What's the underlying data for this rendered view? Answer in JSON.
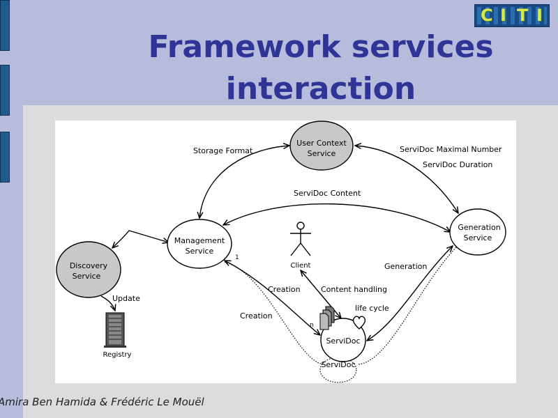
{
  "slide": {
    "title_line1": "Framework services",
    "title_line2": "interaction",
    "footer": "Amira Ben Hamida & Frédéric Le Mouël",
    "logo_letters": [
      "C",
      "I",
      "T",
      "I"
    ]
  },
  "diagram": {
    "nodes": {
      "user_context_line1": "User Context",
      "user_context_line2": "Service",
      "management_line1": "Management",
      "management_line2": "Service",
      "generation_line1": "Generation",
      "generation_line2": "Service",
      "discovery_line1": "Discovery",
      "discovery_line2": "Service",
      "servidoc": "ServiDoc",
      "servidoc_shadow": "ServiDoc",
      "client": "Client",
      "registry": "Registry"
    },
    "edges": {
      "storage_format": "Storage Format",
      "servidoc_max_number": "ServiDoc Maximal Number",
      "servidoc_duration": "ServiDoc Duration",
      "servidoc_content": "ServiDoc Content",
      "generation": "Generation",
      "creation_upper": "Creation",
      "creation_lower": "Creation",
      "content_handling": "Content handling",
      "life_cycle": "life cycle",
      "update": "Update",
      "mult_one": "1",
      "mult_n": "n"
    },
    "colors": {
      "gray_node": "#c8c8c8",
      "white_node": "#ffffff",
      "stroke": "#000000"
    }
  }
}
